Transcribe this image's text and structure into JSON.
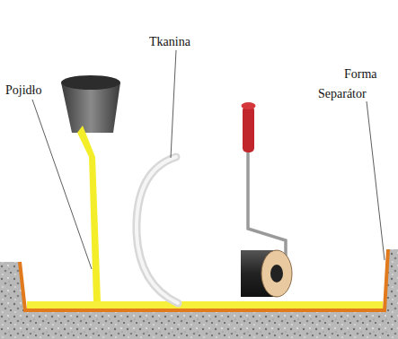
{
  "diagram": {
    "labels": [
      "Pojidło",
      "Tkanina",
      "Forma",
      "Separátor"
    ]
  }
}
